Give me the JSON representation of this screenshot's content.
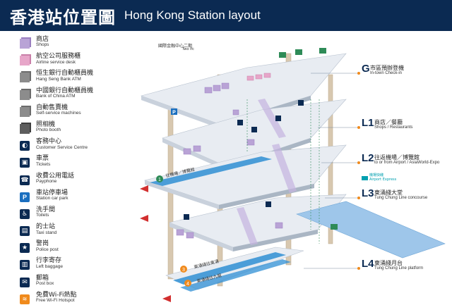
{
  "header": {
    "title_zh": "香港站位置圖",
    "title_en": "Hong Kong Station layout"
  },
  "legend": [
    {
      "icon": "shop-cube-icon",
      "zh": "商店",
      "en": "Shops",
      "style": "ic-cube",
      "glyph": ""
    },
    {
      "icon": "airline-desk-icon",
      "zh": "航空公司服務櫃",
      "en": "Airline service desk",
      "style": "ic-pink",
      "glyph": ""
    },
    {
      "icon": "atm-hang-seng-icon",
      "zh": "恒生銀行自動櫃員機",
      "en": "Hang Seng Bank ATM",
      "style": "ic-grey",
      "glyph": ""
    },
    {
      "icon": "atm-boc-icon",
      "zh": "中國銀行自動櫃員機",
      "en": "Bank of China ATM",
      "style": "ic-grey",
      "glyph": ""
    },
    {
      "icon": "self-service-icon",
      "zh": "自動售賣機",
      "en": "Self-service machines",
      "style": "ic-grey",
      "glyph": ""
    },
    {
      "icon": "photo-booth-icon",
      "zh": "照相機",
      "en": "Photo booth",
      "style": "ic-dark",
      "glyph": ""
    },
    {
      "icon": "customer-service-icon",
      "zh": "客務中心",
      "en": "Customer Service Centre",
      "style": "ic-sq",
      "glyph": "◐"
    },
    {
      "icon": "ticket-icon",
      "zh": "車票",
      "en": "Tickets",
      "style": "ic-sq",
      "glyph": "▣"
    },
    {
      "icon": "payphone-icon",
      "zh": "收費公用電話",
      "en": "Payphone",
      "style": "ic-sq",
      "glyph": "☎"
    },
    {
      "icon": "car-park-icon",
      "zh": "車站停車場",
      "en": "Station car park",
      "style": "ic-blue",
      "glyph": "P"
    },
    {
      "icon": "toilet-icon",
      "zh": "洗手間",
      "en": "Toilets",
      "style": "ic-sq",
      "glyph": "♿"
    },
    {
      "icon": "taxi-icon",
      "zh": "的士站",
      "en": "Taxi stand",
      "style": "ic-sq",
      "glyph": "▤"
    },
    {
      "icon": "police-icon",
      "zh": "警崗",
      "en": "Police post",
      "style": "ic-sq",
      "glyph": "★"
    },
    {
      "icon": "left-baggage-icon",
      "zh": "行李寄存",
      "en": "Left baggage",
      "style": "ic-sq",
      "glyph": "▥"
    },
    {
      "icon": "post-box-icon",
      "zh": "郵箱",
      "en": "Post box",
      "style": "ic-sq",
      "glyph": "✉"
    },
    {
      "icon": "wifi-icon",
      "zh": "免費Wi-Fi熱點",
      "en": "Free Wi-Fi Hotspot",
      "style": "ic-orange",
      "glyph": "≋"
    }
  ],
  "floors": [
    {
      "letter": "G",
      "zh": "市區預辦登機",
      "en": "In-town Check-in"
    },
    {
      "letter": "L1",
      "zh": "商店／餐廳",
      "en": "Shops / Restaurants"
    },
    {
      "letter": "L2",
      "zh": "往返機場／博覽館",
      "en": "to or from Airport / AsiaWorld-Expo"
    },
    {
      "letter": "L3",
      "zh": "東涌綫大堂",
      "en": "Tung Chung Line concourse"
    },
    {
      "letter": "L4",
      "zh": "東涌綫月台",
      "en": "Tung Chung Line platform"
    }
  ],
  "ifc": {
    "zh": "國際金融中心二期",
    "en": "Two ifc"
  },
  "airport_express": {
    "zh": "機場快綫",
    "en": "Airport Express"
  },
  "platform_labels": {
    "p1": "往機場／博覽館",
    "p3": "東涌綫往東涌",
    "p4": "東涌綫往九龍"
  },
  "colors": {
    "header_bg": "#0b2a52",
    "floor_slab": "#e8ecf2",
    "track_blue": "#2f8fd4",
    "shop_purple": "#b9a3d6",
    "exit_green": "#2e8b57",
    "arrow_red": "#d22f2f",
    "tung_chung_orange": "#f08a1c"
  }
}
